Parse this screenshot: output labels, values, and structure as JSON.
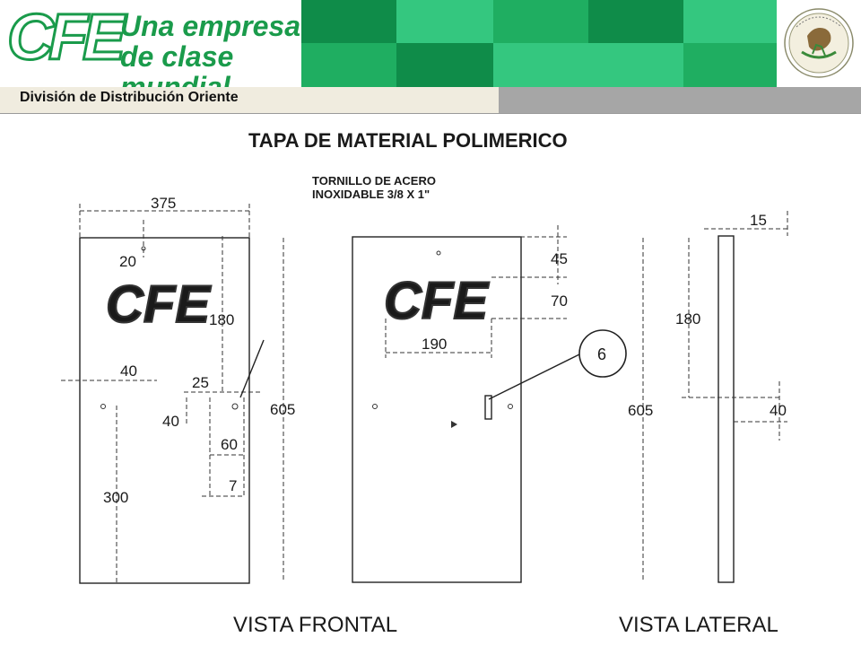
{
  "header": {
    "logo_text": "CFE",
    "slogan_line1": "Una empresa",
    "slogan_line2": "de clase mundial",
    "division": "División de Distribución Oriente",
    "colors": {
      "brand_green": "#1a9b4b",
      "tile_light": "#34c77f",
      "tile_dark": "#0f8c49",
      "tile_mid": "#1fae61",
      "division_bg": "#f0ecdf",
      "gray_bar": "#a6a6a6"
    },
    "seal_icon": "mexican-coat-of-arms-icon"
  },
  "drawing": {
    "title": "TAPA DE MATERIAL POLIMERICO",
    "screw_label_line1": "TORNILLO DE ACERO",
    "screw_label_line2": "INOXIDABLE 3/8  X 1\"",
    "front_view_label": "VISTA FRONTAL",
    "side_view_label": "VISTA LATERAL",
    "panel_logo": "CFE",
    "callout": "6",
    "dims": {
      "width": "375",
      "top_offset": "20",
      "logo_height": "180",
      "side_offset": "40",
      "hinge_gap": "25",
      "hinge_drop": "40",
      "hinge_spacing": "60",
      "hinge_small": "7",
      "lower_height": "300",
      "total_height": "605",
      "logo_top": "45",
      "logo_box_height": "70",
      "logo_width": "190",
      "side_total_height": "605",
      "side_logo_height": "180",
      "side_thickness": "15",
      "side_bottom": "40"
    }
  }
}
